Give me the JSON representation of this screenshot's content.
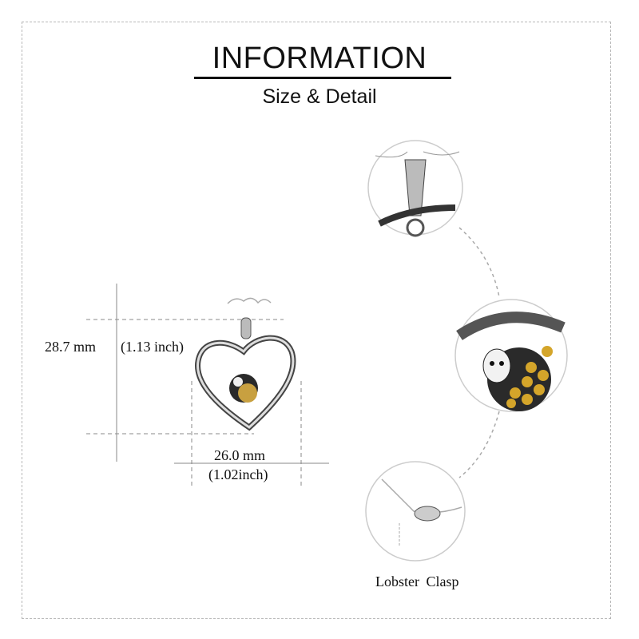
{
  "header": {
    "title": "INFORMATION",
    "subtitle": "Size & Detail"
  },
  "dimensions": {
    "height_mm": "28.7 mm",
    "height_inch": "(1.13 inch)",
    "width_mm": "26.0 mm",
    "width_inch": "(1.02inch)"
  },
  "details": {
    "clasp_caption": "Lobster  Clasp"
  },
  "colors": {
    "silver": "#c9c9c9",
    "stone": "#d4a52a",
    "enamel": "#1a1a1a",
    "guide": "#8a8a8a"
  }
}
